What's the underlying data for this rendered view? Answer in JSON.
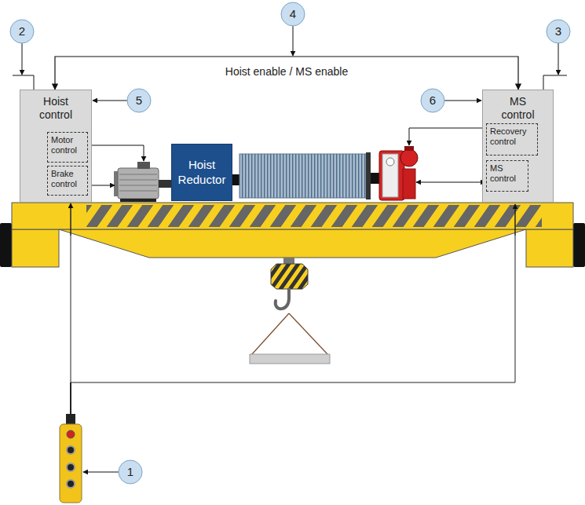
{
  "diagram": {
    "nodes": [
      {
        "text": [
          "Hoist control"
        ]
      },
      {
        "text": [
          "Motor control"
        ],
        "in": 0
      },
      {
        "text": [
          "Brake control"
        ],
        "in": 0
      },
      {
        "text": [
          "Hoist Reductor"
        ]
      },
      {
        "text": [
          "MS control"
        ]
      },
      {
        "text": [
          "Recovery control"
        ],
        "in": 4
      },
      {
        "text": [
          "MS control"
        ],
        "in": 4
      }
    ],
    "edges": [
      {
        "from": 0,
        "to": 4,
        "arrow": "both",
        "label": "Hoist enable / MS enable"
      }
    ],
    "labels": [
      "1",
      "2",
      "3",
      "4",
      "5",
      "6"
    ]
  }
}
